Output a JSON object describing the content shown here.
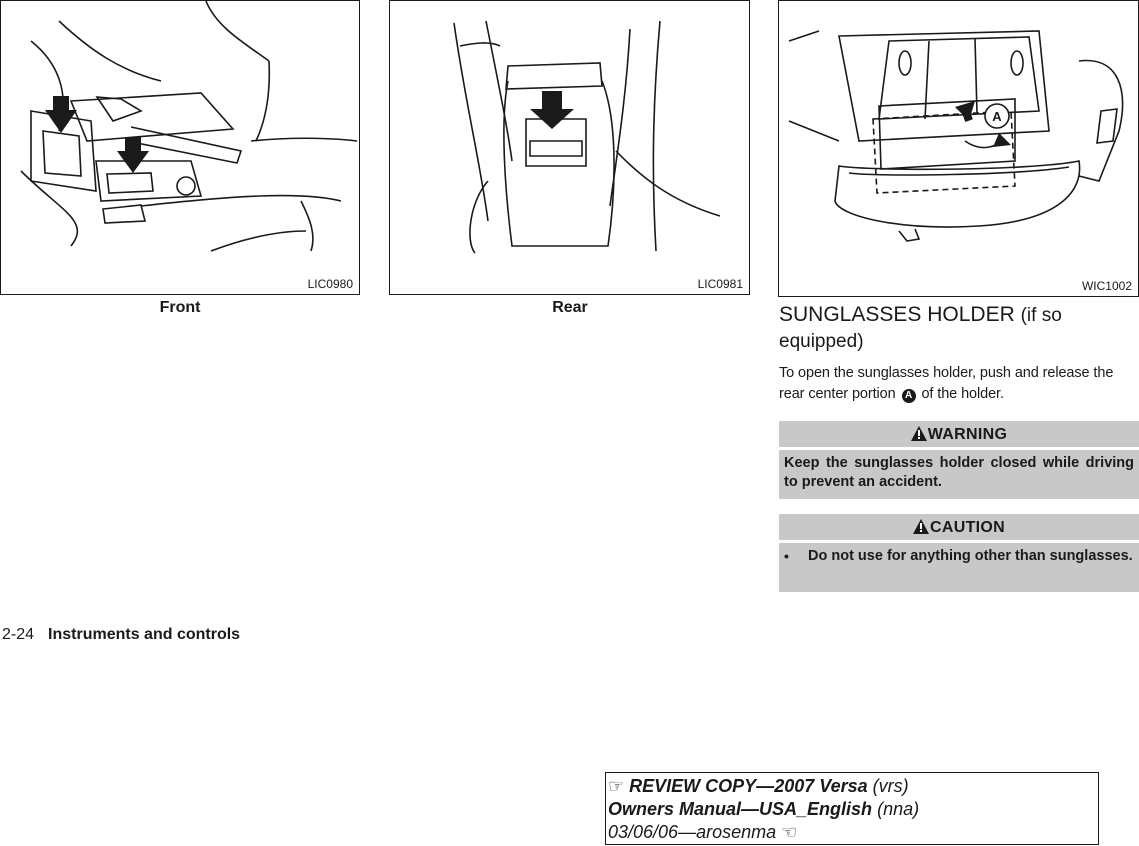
{
  "figures": [
    {
      "code": "LIC0980",
      "caption": "Front"
    },
    {
      "code": "LIC0981",
      "caption": "Rear"
    },
    {
      "code": "WIC1002",
      "caption": "",
      "callout": "A"
    }
  ],
  "section": {
    "title": "SUNGLASSES HOLDER",
    "title_paren": "(if so equipped)",
    "body_before": "To open the sunglasses holder, push and release the rear center portion",
    "marker": "A",
    "body_after": "of the holder."
  },
  "warning": {
    "heading": "WARNING",
    "text": "Keep the sunglasses holder closed while driving to prevent an accident."
  },
  "caution": {
    "heading": "CAUTION",
    "bullet": "•",
    "item": "Do not use for anything other than sunglasses."
  },
  "footer": {
    "page_number": "2-24",
    "chapter": "Instruments and controls"
  },
  "review_box": {
    "line1_bold": "REVIEW COPY—",
    "line1_model": "2007 Versa",
    "line1_code": "(vrs)",
    "line2_bold": "Owners Manual—USA_English",
    "line2_code": "(nna)",
    "line3": "03/06/06—arosenma"
  }
}
